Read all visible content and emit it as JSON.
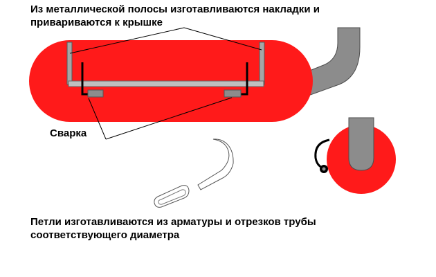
{
  "labels": {
    "top_line1": "Из металлической полосы изготавливаются накладки и",
    "top_line2": "привариваются к крышке",
    "weld": "Сварка",
    "bottom_line1": "Петли изготавливаются из арматуры и отрезков трубы",
    "bottom_line2": "соответствующего диаметра"
  },
  "colors": {
    "tank_red": "#ff1a1a",
    "pipe_gray": "#8c8c8c",
    "strip_gray": "#a6a6a6",
    "bracket_black": "#000000",
    "outline": "#555555"
  }
}
